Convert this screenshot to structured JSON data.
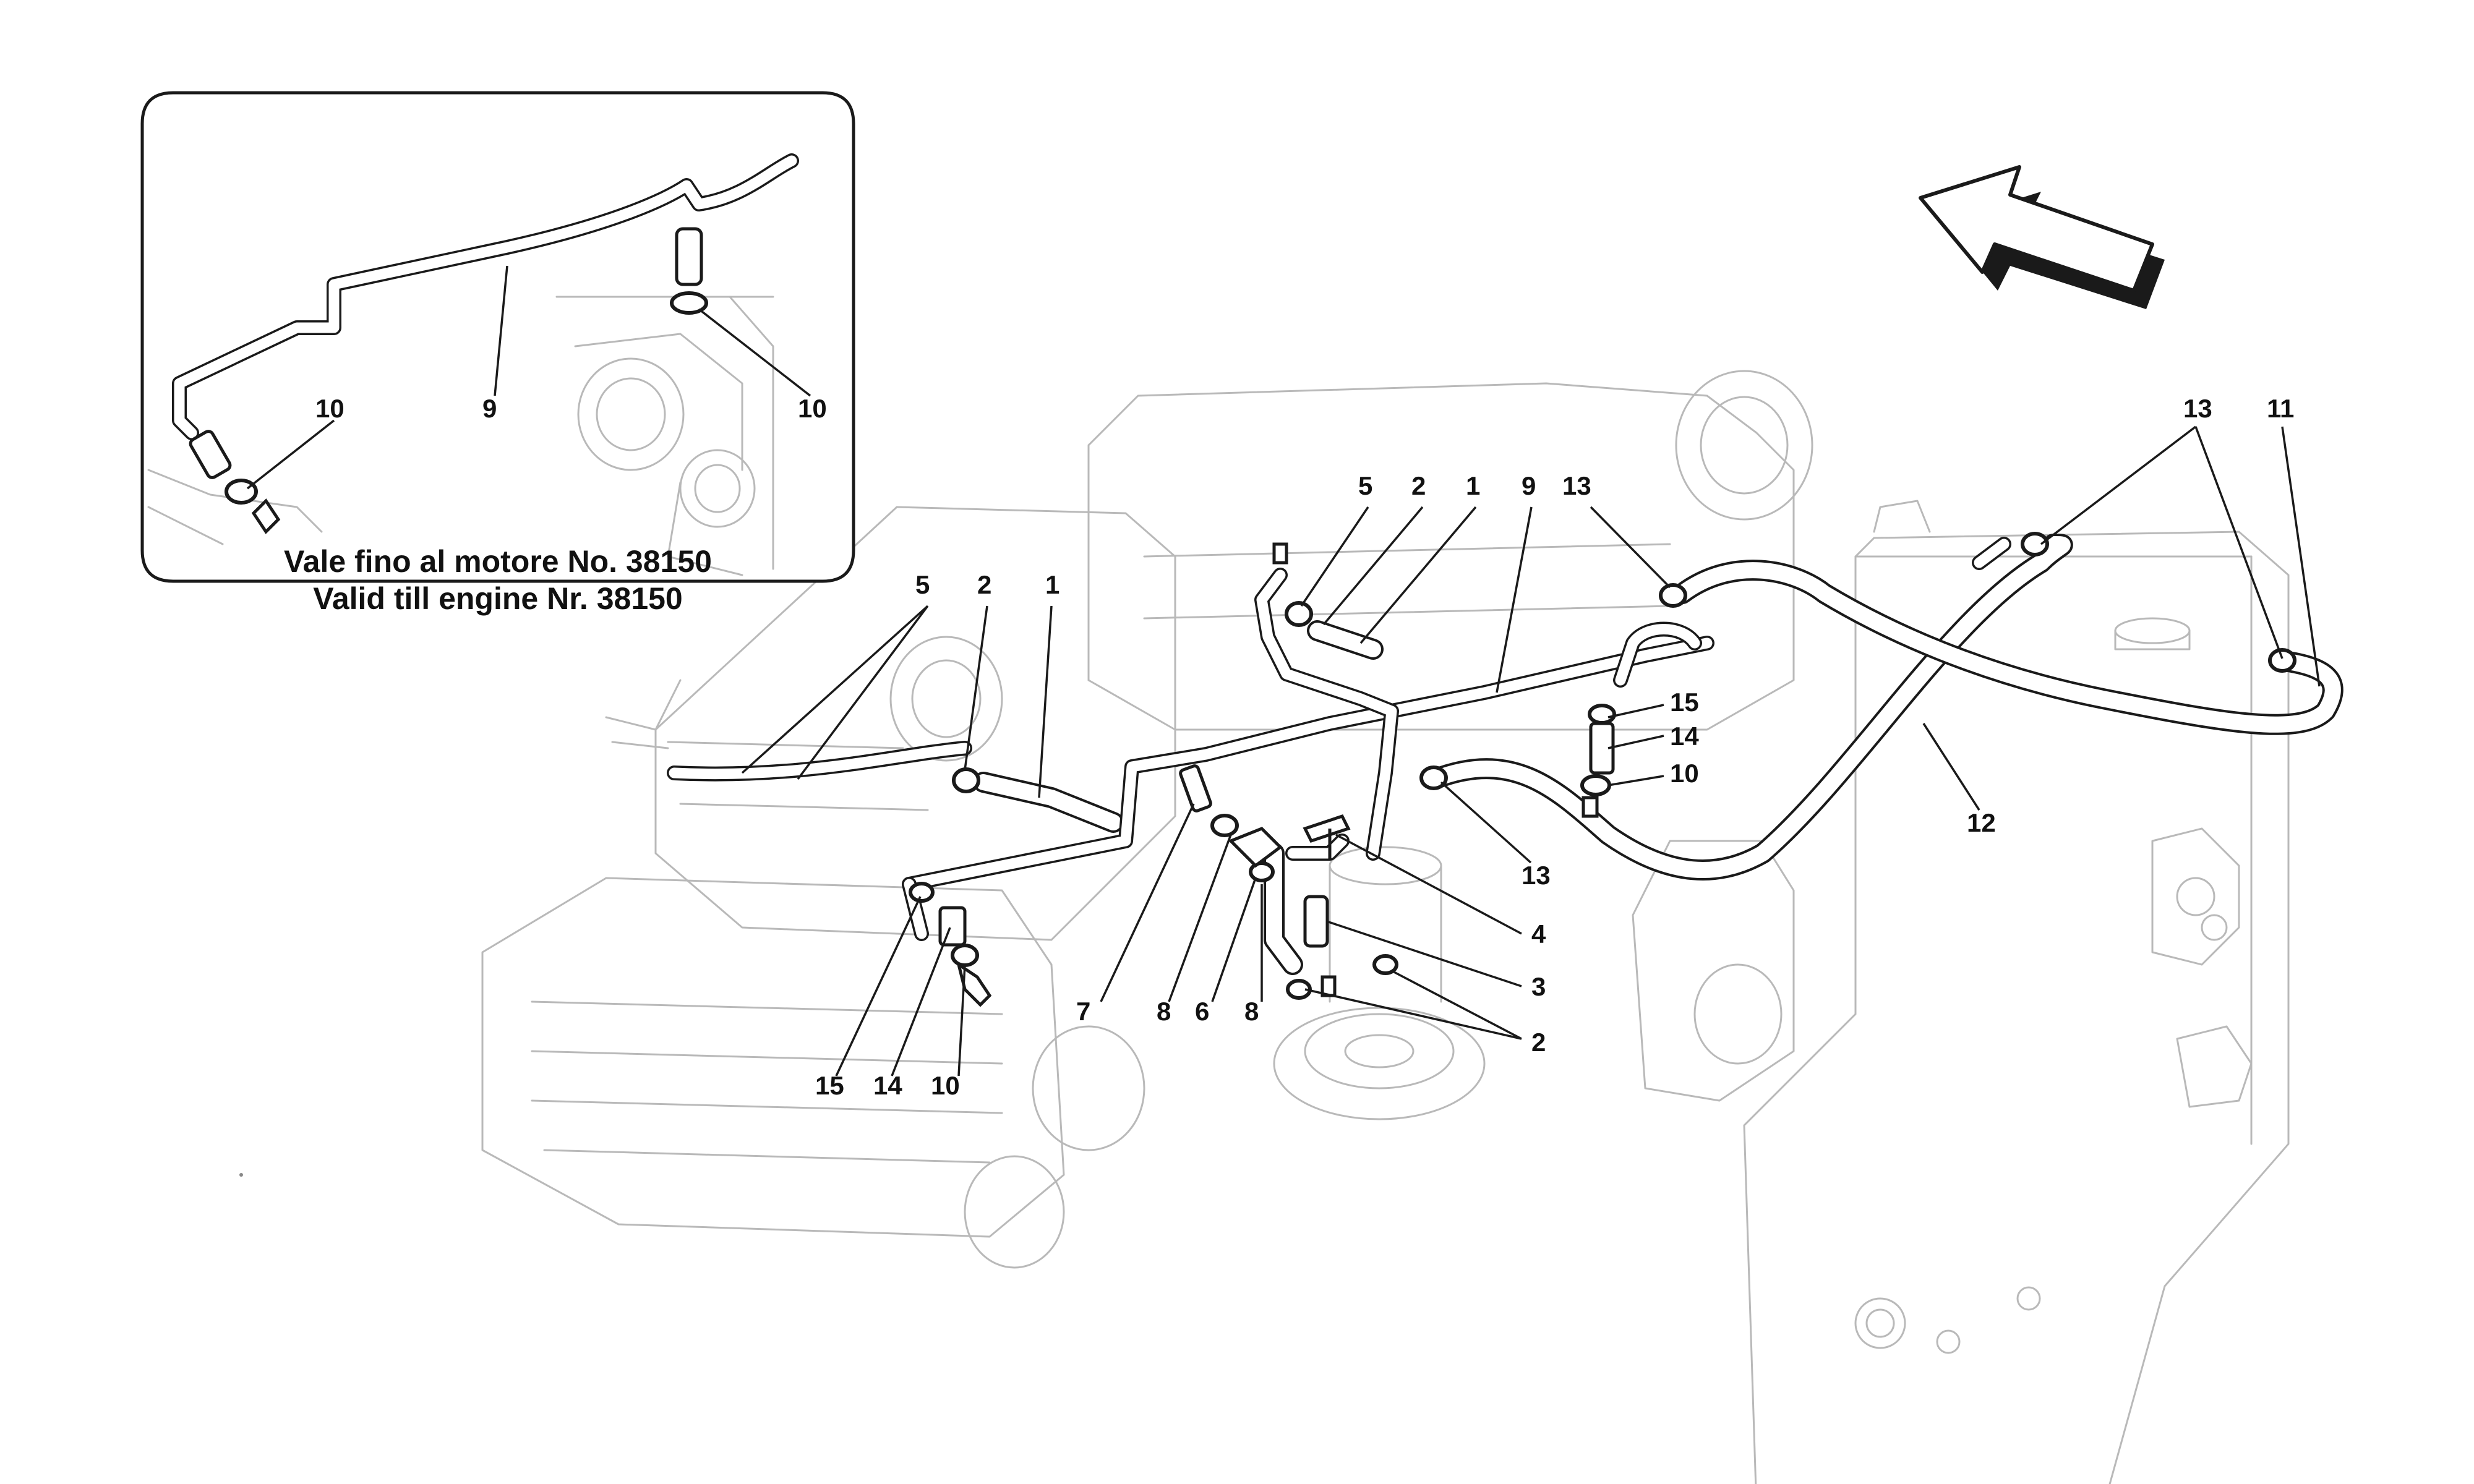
{
  "inset": {
    "note_line1": "Vale fino al motore No. 38150",
    "note_line2": "Valid till engine Nr. 38150",
    "callouts": [
      "10",
      "9",
      "10"
    ]
  },
  "main": {
    "callouts_left": [
      "5",
      "2",
      "1"
    ],
    "callouts_left_bottom": [
      "15",
      "14",
      "10"
    ],
    "callouts_center_top": [
      "5",
      "2",
      "1",
      "9",
      "13"
    ],
    "callouts_center_bottom": [
      "7",
      "8",
      "6",
      "8"
    ],
    "callouts_center_right": [
      "4",
      "3",
      "2"
    ],
    "callouts_right_mid": [
      "15",
      "14",
      "10",
      "13"
    ],
    "callouts_tank": [
      "13",
      "11",
      "12"
    ]
  },
  "direction_arrow": {
    "icon": "direction-arrow-icon"
  }
}
